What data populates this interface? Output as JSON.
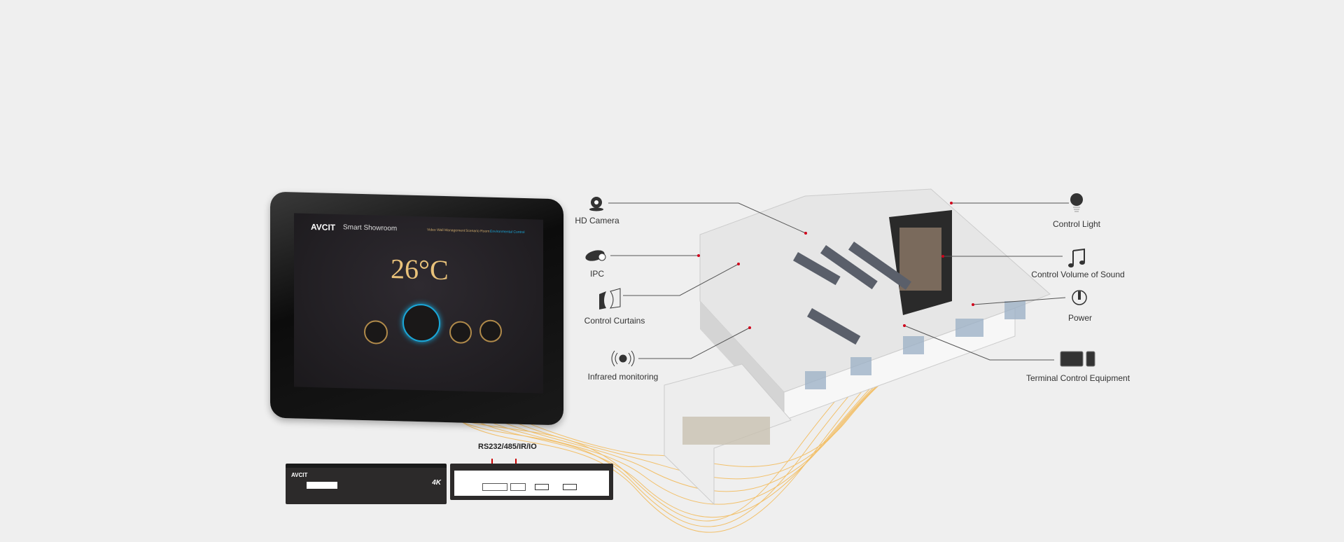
{
  "tablet": {
    "brand": "AVCIT",
    "app_title": "Smart Showroom",
    "nav": [
      "Video Wall Management",
      "Scenario Room",
      "Environmental Control"
    ],
    "temperature": "26°C",
    "colors": {
      "accent": "#e9c27a",
      "highlight": "#1aa7d8"
    }
  },
  "hardware": {
    "left_box_brand": "AVCIT",
    "left_box_badge": "4K",
    "ports_label": "RS232/485/IR/IO"
  },
  "features": {
    "hd_camera": {
      "label": "HD Camera",
      "icon": "webcam-icon"
    },
    "ipc": {
      "label": "IPC",
      "icon": "security-camera-icon"
    },
    "curtains": {
      "label": "Control Curtains",
      "icon": "curtain-icon"
    },
    "infrared": {
      "label": "Infrared monitoring",
      "icon": "infrared-sensor-icon"
    },
    "light": {
      "label": "Control Light",
      "icon": "light-bulb-icon"
    },
    "sound": {
      "label": "Control Volume of Sound",
      "icon": "music-note-icon"
    },
    "power": {
      "label": "Power",
      "icon": "power-icon"
    },
    "terminal": {
      "label": "Terminal Control Equipment",
      "icon": "tablet-phone-icon"
    }
  },
  "colors": {
    "background": "#efefef",
    "cable": "#f3b54a",
    "marker": "#d0021b",
    "line": "#555555"
  }
}
